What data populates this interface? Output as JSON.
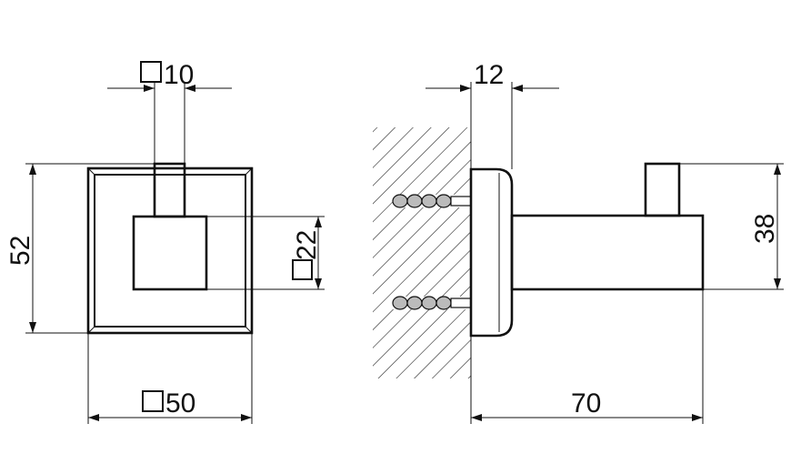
{
  "front_view": {
    "base_dimension": "50",
    "height_dimension": "52",
    "block_dimension": "22",
    "hook_dimension": "10"
  },
  "side_view": {
    "plate_thickness_dimension": "12",
    "projection_dimension": "70",
    "hook_height_dimension": "38"
  },
  "symbols": {
    "square_section": "square-section-symbol"
  }
}
